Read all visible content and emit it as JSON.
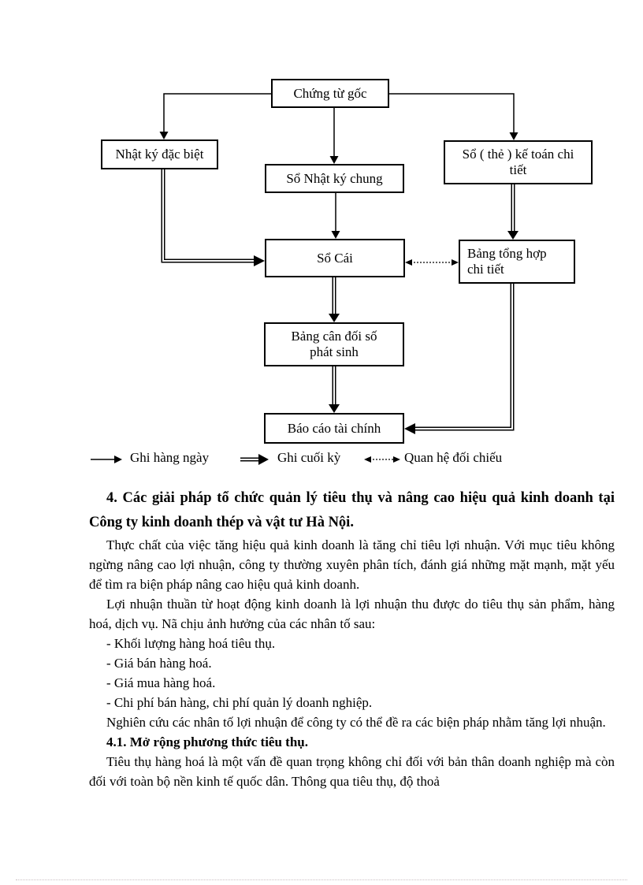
{
  "diagram": {
    "boxes": {
      "chung_tu_goc": {
        "label": "Chứng từ gốc"
      },
      "nhat_ky_dac_biet": {
        "label": "Nhật ký đặc biệt"
      },
      "so_nhat_ky_chung": {
        "label": "Sổ Nhật ký chung"
      },
      "so_the_ke_toan_chi_tiet": {
        "label": "Sổ ( thẻ ) kế toán chi tiết"
      },
      "so_cai": {
        "label": "Sổ Cái"
      },
      "bang_tong_hop_chi_tiet": {
        "label": "Bảng tổng hợp chi tiết"
      },
      "bang_can_doi_so_phat_sinh": {
        "label": "Bảng cân đối số phát sinh"
      },
      "bao_cao_tai_chinh": {
        "label": "Báo cáo tài chính"
      }
    },
    "legend": {
      "daily": "Ghi hàng ngày",
      "period_end": "Ghi cuối kỳ",
      "reconcile": "Quan hệ đối chiếu"
    }
  },
  "content": {
    "heading_4": "4. Các giải pháp tổ chức quản lý tiêu thụ và nâng cao hiệu quả kinh doanh tại Công ty kinh doanh thép và vật tư Hà Nội.",
    "para_1": "Thực chất của việc tăng hiệu quả kinh doanh là tăng chỉ tiêu lợi nhuận. Với mục tiêu không ngừng nâng cao lợi nhuận, công ty thường xuyên phân tích, đánh giá những mặt mạnh, mặt yếu để tìm ra biện pháp nâng cao hiệu quả kinh doanh.",
    "para_2": "Lợi nhuận thuần từ hoạt động kinh doanh là lợi nhuận thu được do tiêu thụ sản phẩm, hàng hoá, dịch vụ. Nã chịu ảnh hưởng của các nhân tố sau:",
    "list_items": [
      "- Khối lượng hàng hoá tiêu thụ.",
      "- Giá bán hàng hoá.",
      "- Giá mua hàng hoá.",
      "- Chi phí bán hàng, chi phí quản lý doanh nghiệp."
    ],
    "para_3": "Nghiên cứu các nhân tố lợi nhuận để công ty có thể đề ra các biện pháp nhằm tăng lợi nhuận.",
    "heading_4_1": "4.1. Mở rộng phương thức tiêu thụ.",
    "para_4": "Tiêu thụ hàng hoá là một vấn đề quan trọng không chỉ đối với bản thân doanh nghiệp mà còn đối với toàn bộ nền kinh tế quốc dân. Thông qua tiêu thụ, độ thoả"
  },
  "colors": {
    "line": "#000000",
    "text": "#000000",
    "page_bg": "#ffffff"
  }
}
